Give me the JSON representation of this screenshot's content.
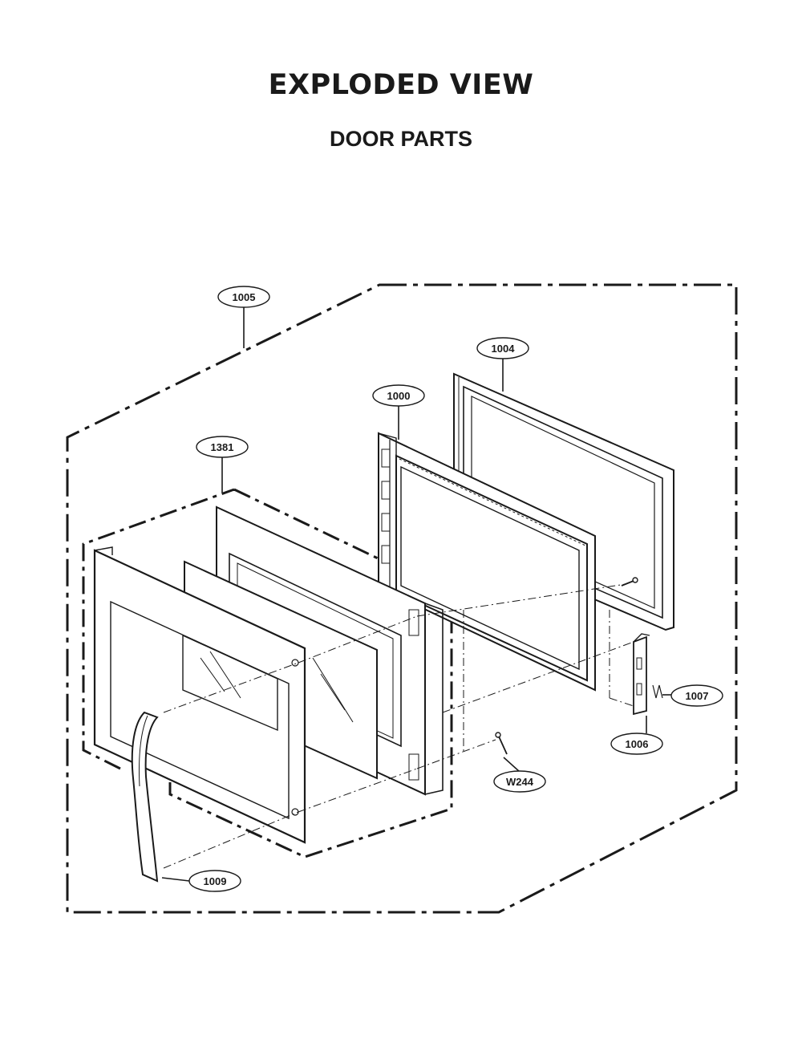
{
  "header": {
    "title": "EXPLODED VIEW",
    "subtitle": "DOOR PARTS"
  },
  "callouts": [
    {
      "id": "c1005",
      "label": "1005"
    },
    {
      "id": "c1004",
      "label": "1004"
    },
    {
      "id": "c1000",
      "label": "1000"
    },
    {
      "id": "c1381",
      "label": "1381"
    },
    {
      "id": "c1007",
      "label": "1007"
    },
    {
      "id": "c1006",
      "label": "1006"
    },
    {
      "id": "cW244",
      "label": "W244"
    },
    {
      "id": "c1009",
      "label": "1009"
    }
  ]
}
